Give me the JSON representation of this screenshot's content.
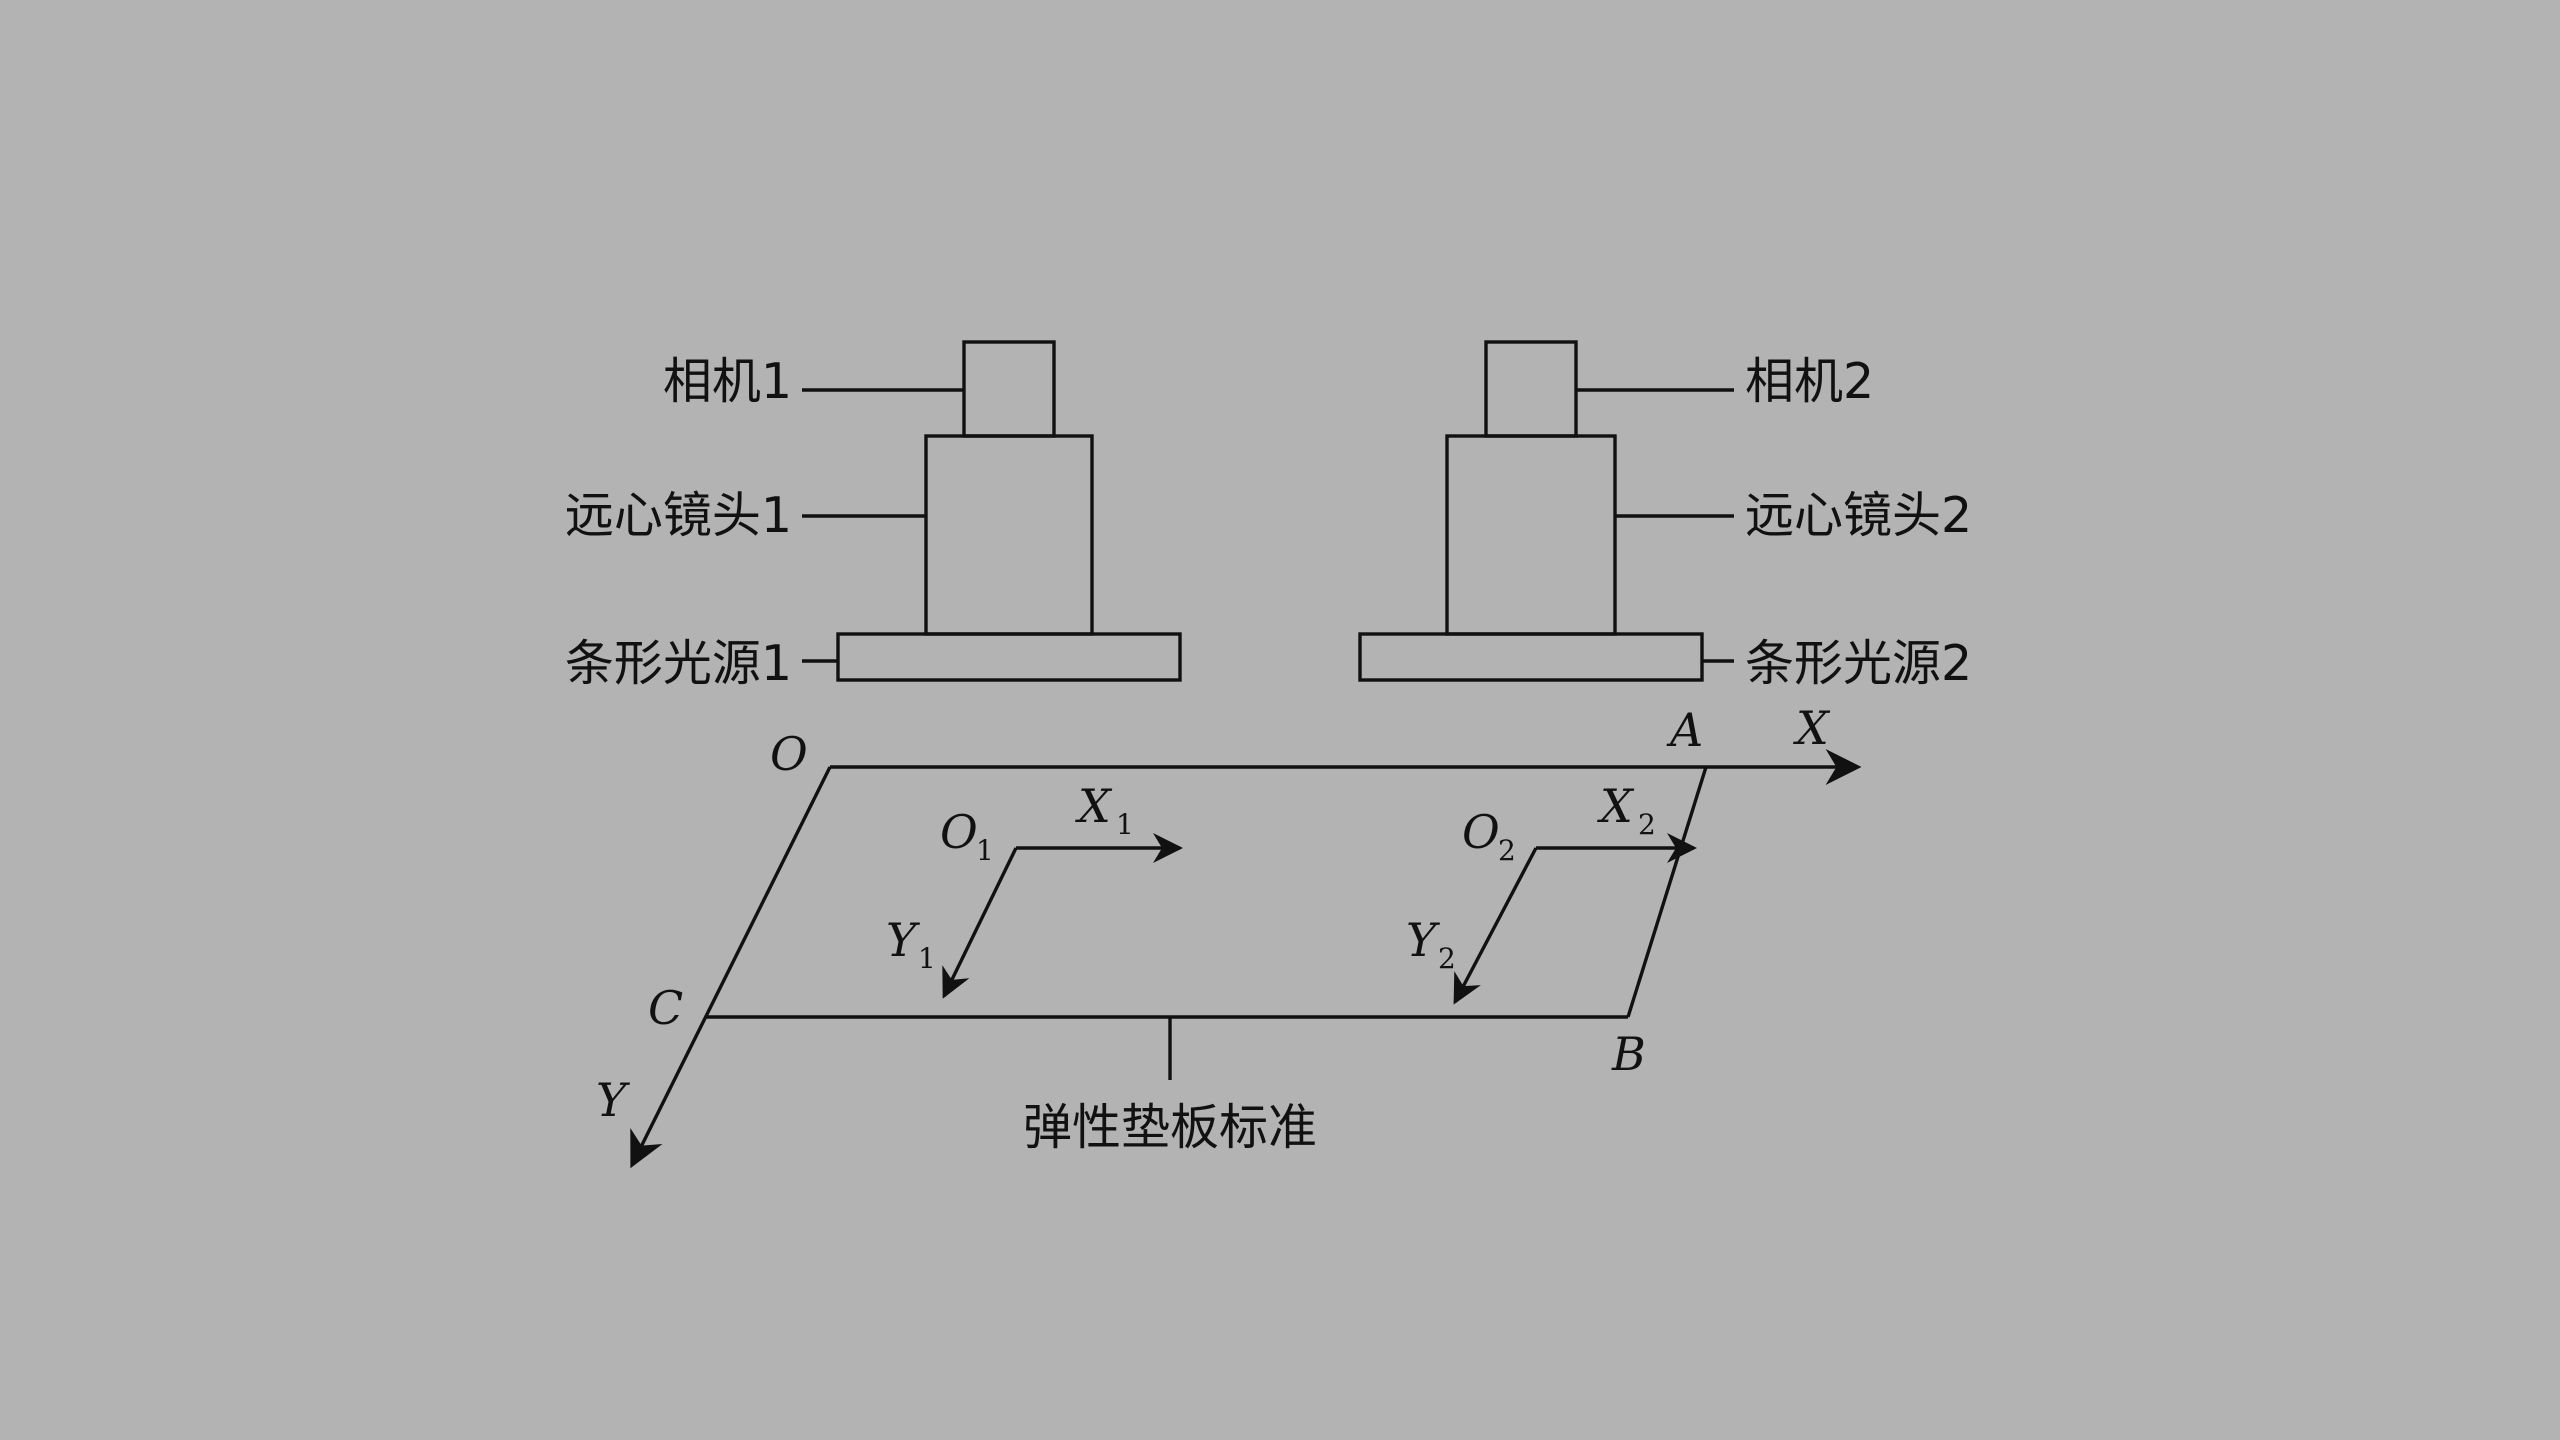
{
  "colors": {
    "background": "#b3b3b3",
    "ink": "#111111"
  },
  "devices": {
    "camera1": "相机1",
    "lens1": "远心镜头1",
    "light1": "条形光源1",
    "camera2": "相机2",
    "lens2": "远心镜头2",
    "light2": "条形光源2"
  },
  "points": {
    "O": "O",
    "A": "A",
    "B": "B",
    "C": "C"
  },
  "axes": {
    "X": "X",
    "Y": "Y",
    "O1": "O",
    "O1_sub": "1",
    "X1": "X",
    "X1_sub": "1",
    "Y1": "Y",
    "Y1_sub": "1",
    "O2": "O",
    "O2_sub": "2",
    "X2": "X",
    "X2_sub": "2",
    "Y2": "Y",
    "Y2_sub": "2"
  },
  "board_label": "弹性垫板标准"
}
